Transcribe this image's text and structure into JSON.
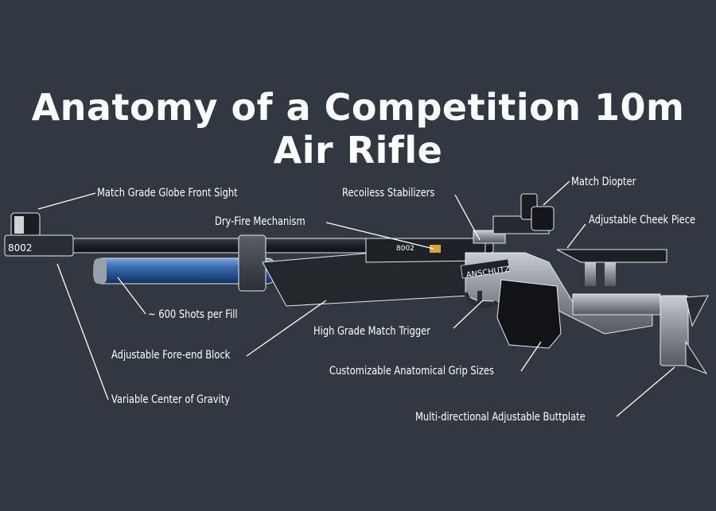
{
  "title": "Anatomy of a Competition 10m Air Rifle",
  "labels": {
    "globe_sight": "Match Grade Globe Front Sight",
    "stabilizers": "Recoiless Stabilizers",
    "diopter": "Match Diopter",
    "dry_fire": "Dry-Fire Mechanism",
    "cheek_piece": "Adjustable Cheek Piece",
    "shots": "~ 600 Shots per Fill",
    "trigger": "High Grade Match Trigger",
    "fore_end": "Adjustable Fore-end Block",
    "grip": "Customizable Anatomical Grip Sizes",
    "center_gravity": "Variable Center of Gravity",
    "buttplate": "Multi-directional Adjustable Buttplate"
  },
  "rifle_markings": {
    "front_badge": "8002",
    "receiver_model": "8002",
    "brand": "ANSCHUTZ"
  },
  "colors": {
    "background": "#323842",
    "text": "#ffffff",
    "cylinder": "#2f5fa3",
    "metal": "#8a8f96"
  }
}
